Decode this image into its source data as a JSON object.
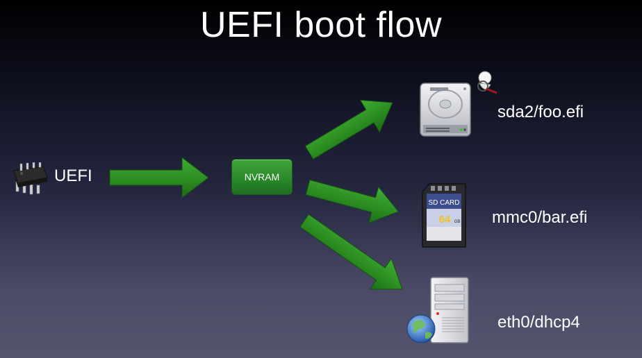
{
  "title": "UEFI boot flow",
  "source": {
    "label": "UEFI",
    "icon": "chip-icon"
  },
  "hub": {
    "label": "NVRAM"
  },
  "targets": [
    {
      "label": "sda2/foo.efi",
      "icon": "hard-drive-icon"
    },
    {
      "label": "mmc0/bar.efi",
      "icon": "sd-card-icon",
      "card_text": "SD CARD",
      "capacity": "64",
      "unit": "GB"
    },
    {
      "label": "eth0/dhcp4",
      "icon": "network-server-icon"
    }
  ],
  "colors": {
    "arrow": "#2e8b22",
    "hub": "#2a8a2a"
  }
}
